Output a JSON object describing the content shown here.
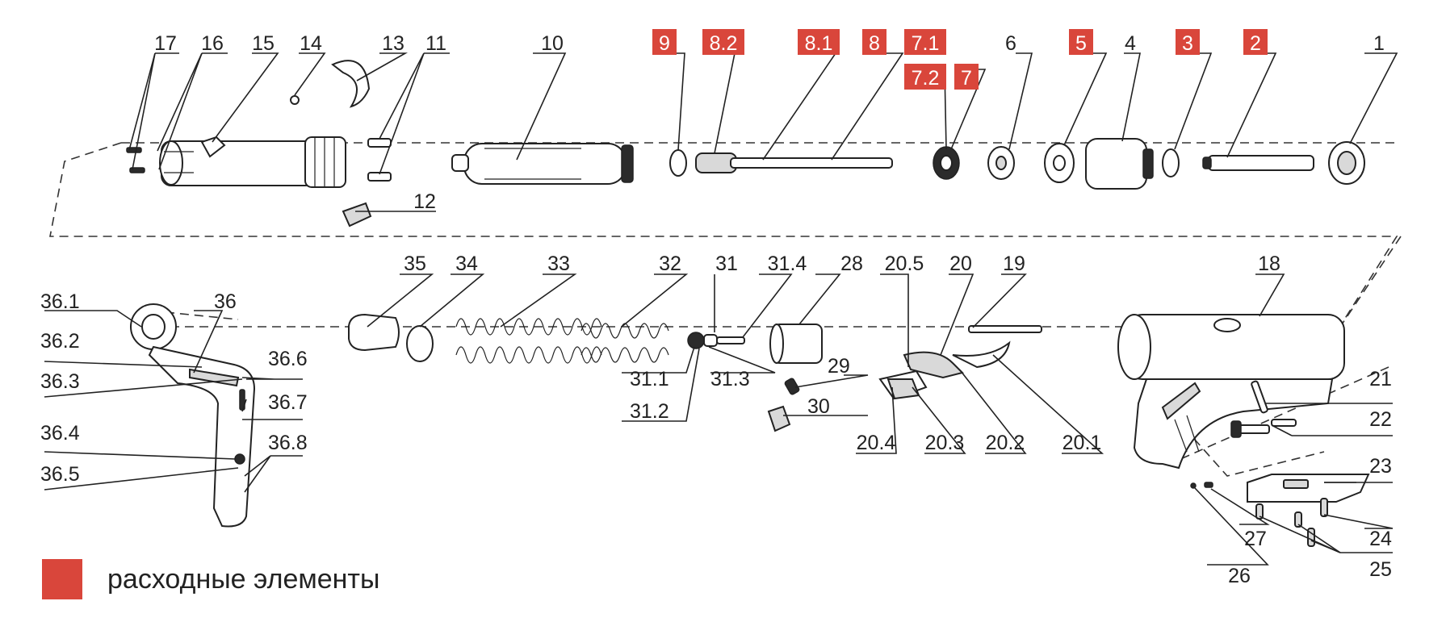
{
  "colors": {
    "highlight": "#d9463b",
    "ink": "#222222",
    "paper": "#ffffff"
  },
  "legend": {
    "text": "расходные элементы"
  },
  "labels": {
    "n1": "1",
    "n2": "2",
    "n3": "3",
    "n4": "4",
    "n5": "5",
    "n6": "6",
    "n7": "7",
    "n7_1": "7.1",
    "n7_2": "7.2",
    "n8": "8",
    "n8_1": "8.1",
    "n8_2": "8.2",
    "n9": "9",
    "n10": "10",
    "n11": "11",
    "n12": "12",
    "n13": "13",
    "n14": "14",
    "n15": "15",
    "n16": "16",
    "n17": "17",
    "n18": "18",
    "n19": "19",
    "n20": "20",
    "n20_1": "20.1",
    "n20_2": "20.2",
    "n20_3": "20.3",
    "n20_4": "20.4",
    "n20_5": "20.5",
    "n21": "21",
    "n22": "22",
    "n23": "23",
    "n24": "24",
    "n25": "25",
    "n26": "26",
    "n27": "27",
    "n28": "28",
    "n29": "29",
    "n30": "30",
    "n31": "31",
    "n31_1": "31.1",
    "n31_2": "31.2",
    "n31_3": "31.3",
    "n31_4": "31.4",
    "n32": "32",
    "n33": "33",
    "n34": "34",
    "n35": "35",
    "n36": "36",
    "n36_1": "36.1",
    "n36_2": "36.2",
    "n36_3": "36.3",
    "n36_4": "36.4",
    "n36_5": "36.5",
    "n36_6": "36.6",
    "n36_7": "36.7",
    "n36_8": "36.8"
  }
}
